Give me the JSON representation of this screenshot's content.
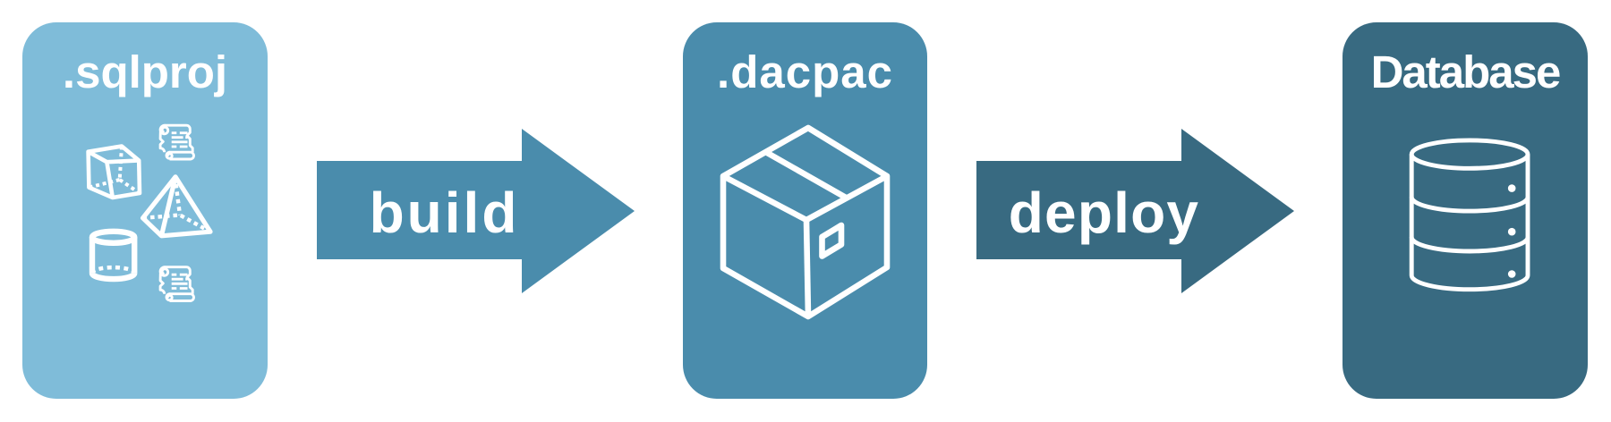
{
  "diagram": {
    "description": "SQL project build and deploy pipeline diagram",
    "background": "#ffffff",
    "icon_color": "#ffffff",
    "text_color": "#ffffff",
    "nodes": [
      {
        "id": "sqlproj",
        "label": ".sqlproj",
        "color": "#7fbcd9",
        "icons": [
          "sql-script-scroll",
          "cube",
          "pyramid",
          "cylinder",
          "sql-script-scroll"
        ]
      },
      {
        "id": "dacpac",
        "label": ".dacpac",
        "color": "#4a8cac",
        "icons": [
          "package-box"
        ]
      },
      {
        "id": "database",
        "label": "Database",
        "color": "#386a81",
        "icons": [
          "database-cylinders"
        ]
      }
    ],
    "arrows": [
      {
        "id": "build",
        "label": "build",
        "color": "#4a8cac"
      },
      {
        "id": "deploy",
        "label": "deploy",
        "color": "#386a81"
      }
    ]
  }
}
